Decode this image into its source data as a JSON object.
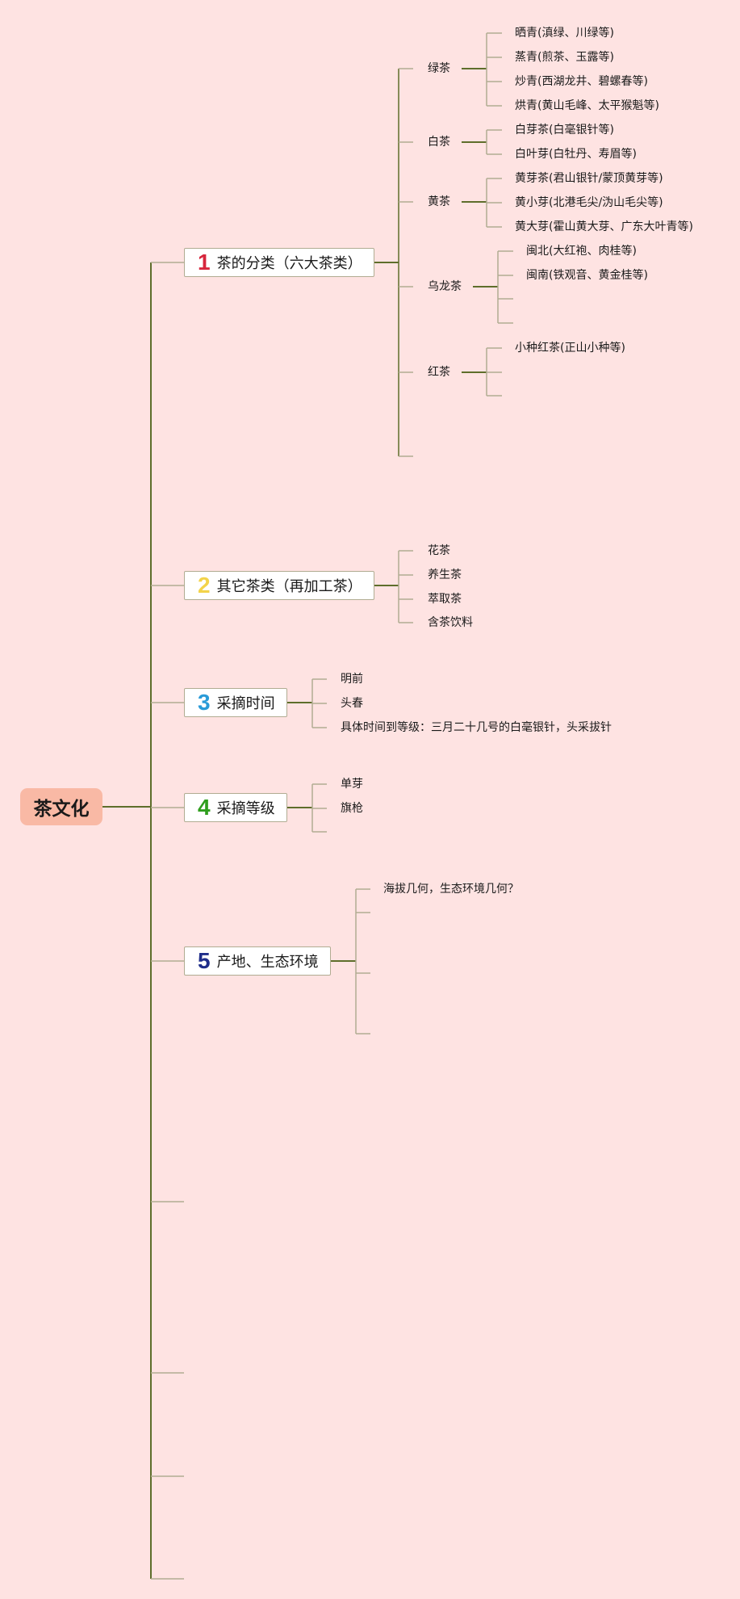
{
  "root": {
    "label": "茶文化"
  },
  "colors": {
    "background": "#fee3e2",
    "root_fill": "#f9b9a5",
    "trunk_line": "#5e6e2b",
    "branch_line": "#b1ac92",
    "num_1": "#d7263d",
    "num_2": "#f3d34a",
    "num_3": "#2a9bd8",
    "num_4": "#2f9e1e",
    "num_5": "#1f2d8a"
  },
  "categories": [
    {
      "num": "1",
      "label": "茶的分类（六大茶类）"
    },
    {
      "num": "2",
      "label": "其它茶类（再加工茶）"
    },
    {
      "num": "3",
      "label": "采摘时间"
    },
    {
      "num": "4",
      "label": "采摘等级"
    },
    {
      "num": "5",
      "label": "产地、生态环境"
    }
  ],
  "tea_types": [
    {
      "label": "绿茶",
      "items": [
        "晒青(滇绿、川绿等)",
        "蒸青(煎茶、玉露等)",
        "炒青(西湖龙井、碧螺春等)",
        "烘青(黄山毛峰、太平猴魁等)"
      ]
    },
    {
      "label": "白茶",
      "items": [
        "白芽茶(白毫银针等)",
        "白叶芽(白牡丹、寿眉等)"
      ]
    },
    {
      "label": "黄茶",
      "items": [
        "黄芽茶(君山银针/蒙顶黄芽等)",
        "黄小芽(北港毛尖/沩山毛尖等)",
        "黄大芽(霍山黄大芽、广东大叶青等)"
      ]
    },
    {
      "label": "乌龙茶",
      "items": [
        "闽北(大红袍、肉桂等)",
        "闽南(铁观音、黄金桂等)",
        "",
        ""
      ]
    },
    {
      "label": "红茶",
      "items": [
        "小种红茶(正山小种等)",
        "",
        ""
      ]
    }
  ],
  "reprocessed": [
    "花茶",
    "养生茶",
    "萃取茶",
    "含茶饮料"
  ],
  "picking_time": [
    "明前",
    "头春",
    "具体时间到等级：三月二十几号的白毫银针，头采拔针"
  ],
  "picking_grade": [
    "单芽",
    "旗枪"
  ],
  "origin": [
    "海拔几何，生态环境几何？"
  ]
}
